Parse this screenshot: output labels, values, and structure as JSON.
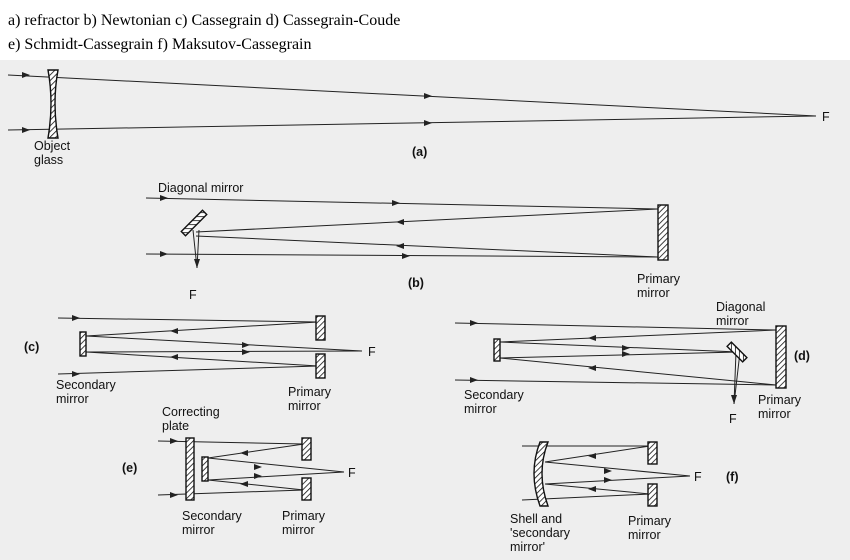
{
  "caption": {
    "line1": "a) refractor b) Newtonian c) Cassegrain d) Cassegrain-Coude",
    "line2": "e) Schmidt-Cassegrain f) Maksutov-Cassegrain"
  },
  "panels": {
    "a": {
      "tag": "(a)",
      "focus": "F",
      "lens_line1": "Object",
      "lens_line2": "glass"
    },
    "b": {
      "tag": "(b)",
      "focus": "F",
      "diag": "Diagonal mirror",
      "prim1": "Primary",
      "prim2": "mirror"
    },
    "c": {
      "tag": "(c)",
      "focus": "F",
      "sec1": "Secondary",
      "sec2": "mirror",
      "prim1": "Primary",
      "prim2": "mirror"
    },
    "d": {
      "tag": "(d)",
      "focus": "F",
      "diag1": "Diagonal",
      "diag2": "mirror",
      "sec1": "Secondary",
      "sec2": "mirror",
      "prim1": "Primary",
      "prim2": "mirror"
    },
    "e": {
      "tag": "(e)",
      "focus": "F",
      "corr1": "Correcting",
      "corr2": "plate",
      "sec1": "Secondary",
      "sec2": "mirror",
      "prim1": "Primary",
      "prim2": "mirror"
    },
    "f": {
      "tag": "(f)",
      "focus": "F",
      "shell1": "Shell and",
      "shell2": "'secondary",
      "shell3": "mirror'",
      "prim1": "Primary",
      "prim2": "mirror"
    }
  }
}
